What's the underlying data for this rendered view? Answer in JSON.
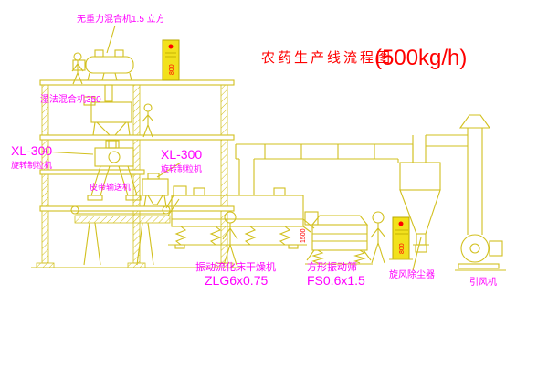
{
  "title": {
    "main": "农药生产线流程图",
    "capacity": "(500kg/h)"
  },
  "labels": {
    "mixer_top": "无重力混合机1.5 立方",
    "wet_mixer": "湿法混合机350",
    "granulator_left_model": "XL-300",
    "granulator_left_name": "旋转制粒机",
    "granulator_right_model": "XL-300",
    "granulator_right_name": "旋转制粒机",
    "belt_conveyor": "皮带输送机",
    "dryer_name": "振动流化床干燥机",
    "dryer_model": "ZLG6x0.75",
    "screen_name": "方形振动筛",
    "screen_model": "FS0.6x1.5",
    "cyclone": "旋风除尘器",
    "fan": "引风机",
    "panel1_text": "800",
    "panel2_text": "800",
    "screen_dim": "1500"
  },
  "colors": {
    "line": "#d2c01e",
    "label": "#ff00ff",
    "title": "#ff0000",
    "panel_fill": "#f2e11c",
    "background": "#ffffff"
  }
}
